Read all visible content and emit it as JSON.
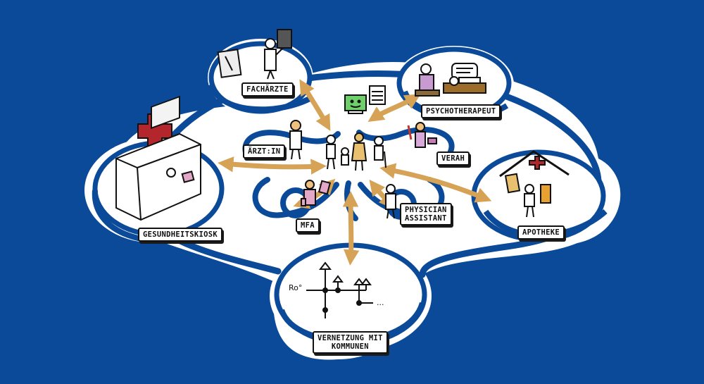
{
  "colors": {
    "background": "#0b4a98",
    "ring": "#0b4a98",
    "arrow": "#d6a256",
    "cross": "#b3262b",
    "label_border": "#111111"
  },
  "labels": {
    "fachaerzte": "FACHÄRZTE",
    "psychotherapeut": "PSYCHOTHERAPEUT",
    "aerztin": "ÄRZT:IN",
    "verah": "VERAH",
    "gesundheitskiosk": "GESUNDHEITSKIOSK",
    "apotheke": "APOTHEKE",
    "mfa": "MFA",
    "physician_1": "PHYSICIAN",
    "physician_2": "ASSISTANT",
    "vernetzung_1": "VERNETZUNG MIT",
    "vernetzung_2": "KOMMUNEN"
  },
  "icons": [
    "specialist-doctor-icon",
    "psychotherapy-couch-icon",
    "computer-icon",
    "family-icon",
    "health-kiosk-icon",
    "pharmacy-icon",
    "community-network-icon"
  ]
}
